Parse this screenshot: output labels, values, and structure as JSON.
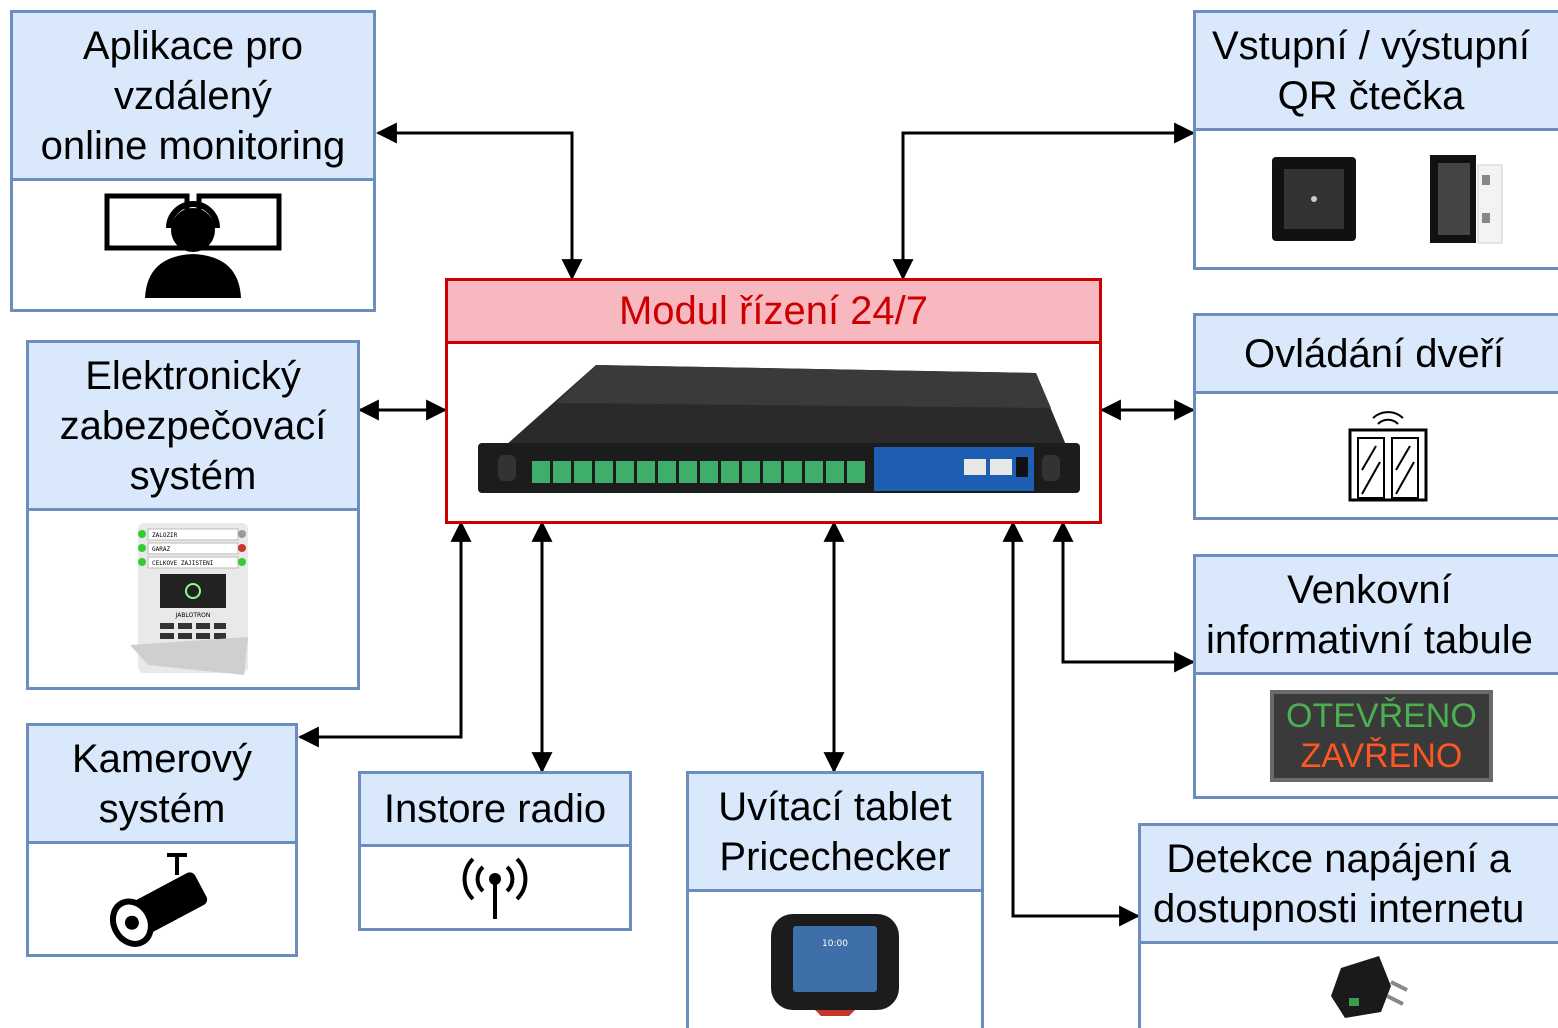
{
  "hub": {
    "title": "Modul řízení 24/7"
  },
  "nodes": {
    "monitoring": {
      "title": "Aplikace pro\nvzdálený\nonline monitoring",
      "icon": "operator-monitors-icon"
    },
    "alarm": {
      "title": "Elektronický\nzabezpečovací\nsystém",
      "icon": "alarm-keypad-icon",
      "keypad_labels": [
        "ZALOZIR",
        "GARAZ",
        "CELKOVE ZAJISTENI"
      ],
      "brand": "JABLOTRON"
    },
    "camera": {
      "title": "Kamerový\nsystém",
      "icon": "security-camera-icon"
    },
    "radio": {
      "title": "Instore radio",
      "icon": "radio-antenna-icon"
    },
    "tablet": {
      "title": "Uvítací tablet\nPricechecker",
      "icon": "tablet-device-icon",
      "screen_time": "10:00"
    },
    "qr": {
      "title": "Vstupní / výstupní\nQR čtečka",
      "icon": "qr-reader-icon"
    },
    "doors": {
      "title": "Ovládání dveří",
      "icon": "automatic-door-icon"
    },
    "sign": {
      "title": "Venkovní\ninformativní tabule",
      "icon": "led-sign-icon",
      "sign_open": "OTEVŘENO",
      "sign_closed": "ZAVŘENO",
      "colors": {
        "open": "#4caf50",
        "closed": "#ff5722"
      }
    },
    "power": {
      "title": "Detekce napájení a\ndostupnosti internetu",
      "icon": "power-adapter-icon"
    }
  },
  "colors": {
    "node_border": "#6c8ebf",
    "node_header": "#dae8fc",
    "hub_border": "#cc0000",
    "hub_header": "#f8b8c0"
  }
}
